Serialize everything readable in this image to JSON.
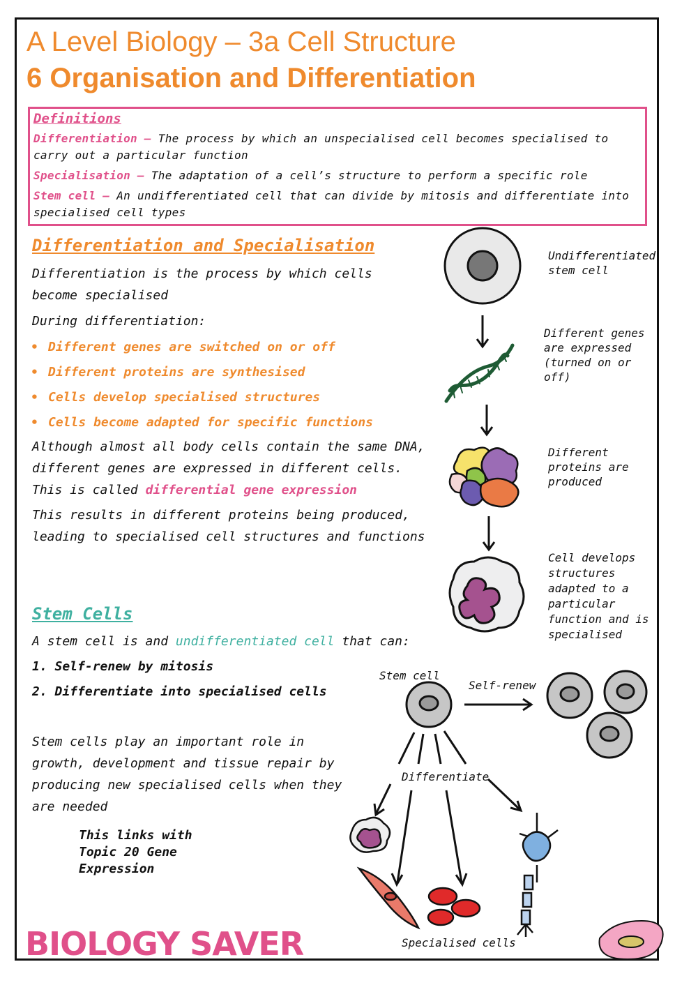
{
  "header": {
    "title": "A Level Biology – 3a Cell Structure",
    "subtitle": "6 Organisation and Differentiation"
  },
  "definitions": {
    "heading": "Definitions",
    "items": [
      {
        "term": "Differentiation –",
        "text": " The process by which an unspecialised cell becomes specialised to carry out a particular function"
      },
      {
        "term": "Specialisation –",
        "text": " The adaptation of a cell’s structure to perform a specific role"
      },
      {
        "term": "Stem cell –",
        "text": " An undifferentiated cell that can divide by mitosis and differentiate into specialised cell types"
      }
    ]
  },
  "diff_section": {
    "heading": "Differentiation and Specialisation",
    "intro": "Differentiation is the process by which cells become specialised",
    "during": "During differentiation:",
    "bullets": [
      "Different genes are switched on or off",
      "Different proteins are synthesised",
      "Cells develop specialised structures",
      "Cells become adapted for specific functions"
    ],
    "para1_a": "Although almost all body cells contain the same DNA, different genes are expressed in different cells. This is called",
    "para1_b": "differential gene expression",
    "para2": "This results in different proteins being produced, leading to specialised cell structures and functions"
  },
  "flow_labels": {
    "step1": "Undifferentiated stem cell",
    "step2": "Different genes are expressed (turned on or off)",
    "step3": "Different proteins are produced",
    "step4": "Cell develops structures adapted to a particular function and is specialised"
  },
  "stem_section": {
    "heading": "Stem Cells",
    "intro_a": "A stem cell is and ",
    "intro_b": "undifferentiated cell",
    "intro_c": " that can:",
    "points": [
      "1. Self-renew by mitosis",
      "2. Differentiate into specialised cells"
    ],
    "para": "Stem cells play an important role in growth, development and tissue repair by producing new specialised cells when they are needed",
    "link": "This links with Topic 20 Gene Expression"
  },
  "stem_diagram": {
    "stem_label": "Stem cell",
    "renew_label": "Self-renew",
    "diff_label": "Differentiate",
    "spec_label": "Specialised cells"
  },
  "footer": {
    "logo": "BIOLOGY SAVER"
  },
  "colors": {
    "accent_orange": "#ef8a2d",
    "accent_pink": "#e0508a",
    "accent_teal": "#3fb0a0"
  }
}
